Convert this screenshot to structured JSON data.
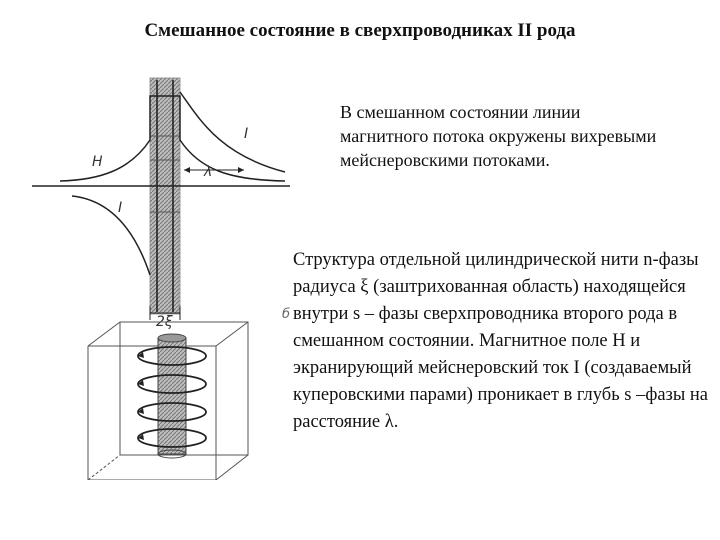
{
  "slide": {
    "title": "Смешанное состояние в сверхпроводниках II рода",
    "paragraph1": "В смешанном состоянии линии магнитного потока окружены вихревыми мейснеровскими потоками.",
    "paragraph2": "Структура отдельной цилиндрической нити n-фазы радиуса ξ (заштрихованная область) находящейся внутри s – фазы сверхпроводника второго рода в смешанном состоянии. Магнитное поле H и экранирующий мейснеровский ток I (создаваемый куперовскими парами) проникает в глубь s –фазы на расстояние λ."
  },
  "figure": {
    "label_H": "H",
    "label_I_upper": "I",
    "label_I_lower": "I",
    "label_lambda": "λ",
    "label_width": "2ξ",
    "label_b": "б"
  }
}
